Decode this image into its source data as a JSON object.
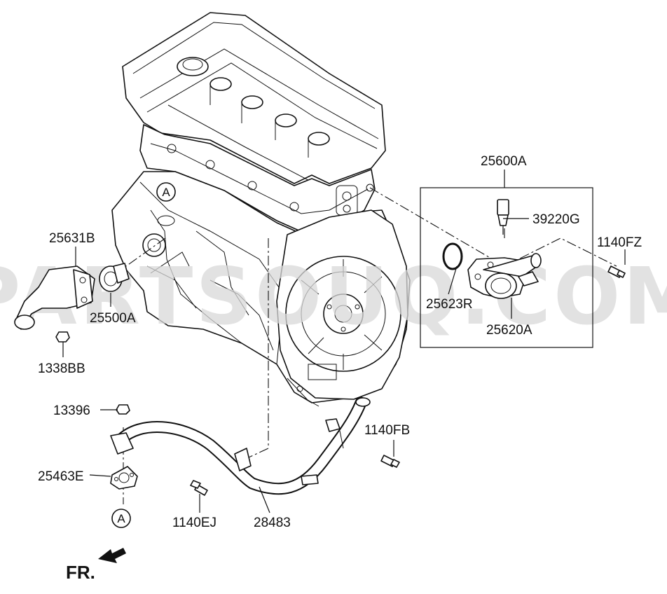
{
  "watermark": "PARTSOUQ.COM",
  "orientation_label": "FR.",
  "reference_marker": "A",
  "part_numbers": {
    "thermostat_assembly": "25600A",
    "temp_sensor": "39220G",
    "bolt_top": "1140FZ",
    "water_outlet_cover": "25631B",
    "thermostat": "25500A",
    "nut": "1338BB",
    "o_ring": "25623R",
    "housing": "25620A",
    "nut_pipe": "13396",
    "gasket": "25463E",
    "bolt_pipe_right": "1140FB",
    "bolt_pipe_left": "1140EJ",
    "water_pipe": "28483"
  }
}
